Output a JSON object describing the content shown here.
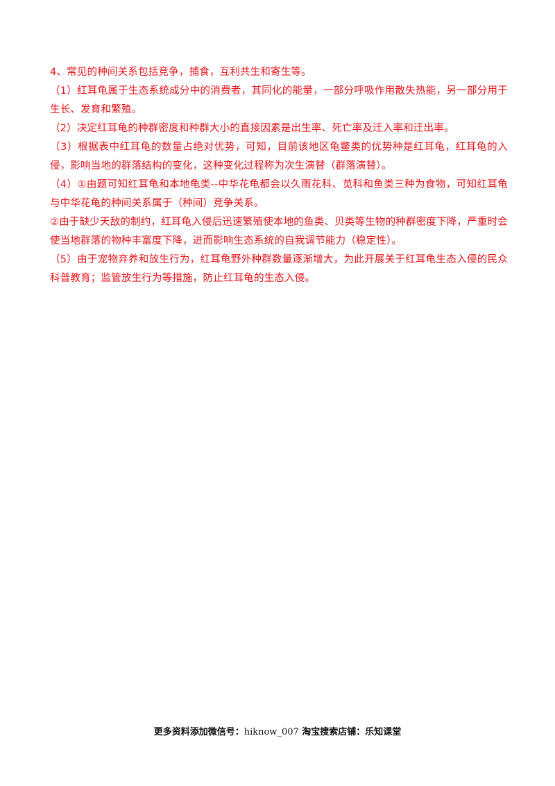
{
  "answer": {
    "intro": "4、常见的种间关系包括竞争，捕食，互利共生和寄生等。",
    "items": [
      "（1）红耳龟属于生态系统成分中的消费者，其同化的能量，一部分呼吸作用散失热能，另一部分用于生长、发育和繁殖。",
      "（2）决定红耳龟的种群密度和种群大小的直接因素是出生率、死亡率及迁入率和迁出率。",
      "（3）根据表中红耳龟的数量占绝对优势，可知，目前该地区龟鳖类的优势种是红耳龟，红耳龟的入侵，影响当地的群落结构的变化，这种变化过程称为次生演替（群落演替）。",
      "（4）①由题可知红耳龟和本地龟类--中华花龟都会以久雨花科、苋科和鱼类三种为食物，可知红耳龟与中华花龟的种间关系属于（种间）竞争关系。",
      "②由于缺少天敌的制约，红耳龟入侵后迅速繁殖使本地的鱼类、贝类等生物的种群密度下降，严重时会使当地群落的物种丰富度下降，进而影响生态系统的自我调节能力（稳定性）。",
      "（5）由于宠物弃养和放生行为，红耳龟野外种群数量逐渐增大，为此开展关于红耳龟生态入侵的民众科普教育；监管放生行为等措施，防止红耳龟的生态入侵。"
    ],
    "text_color": "#e8141a"
  },
  "footer": {
    "prefix": "更多资料添加微信号：",
    "wechat_id": "hiknow_007",
    "middle": " 淘宝搜索店铺：",
    "shop": "乐知课堂"
  }
}
